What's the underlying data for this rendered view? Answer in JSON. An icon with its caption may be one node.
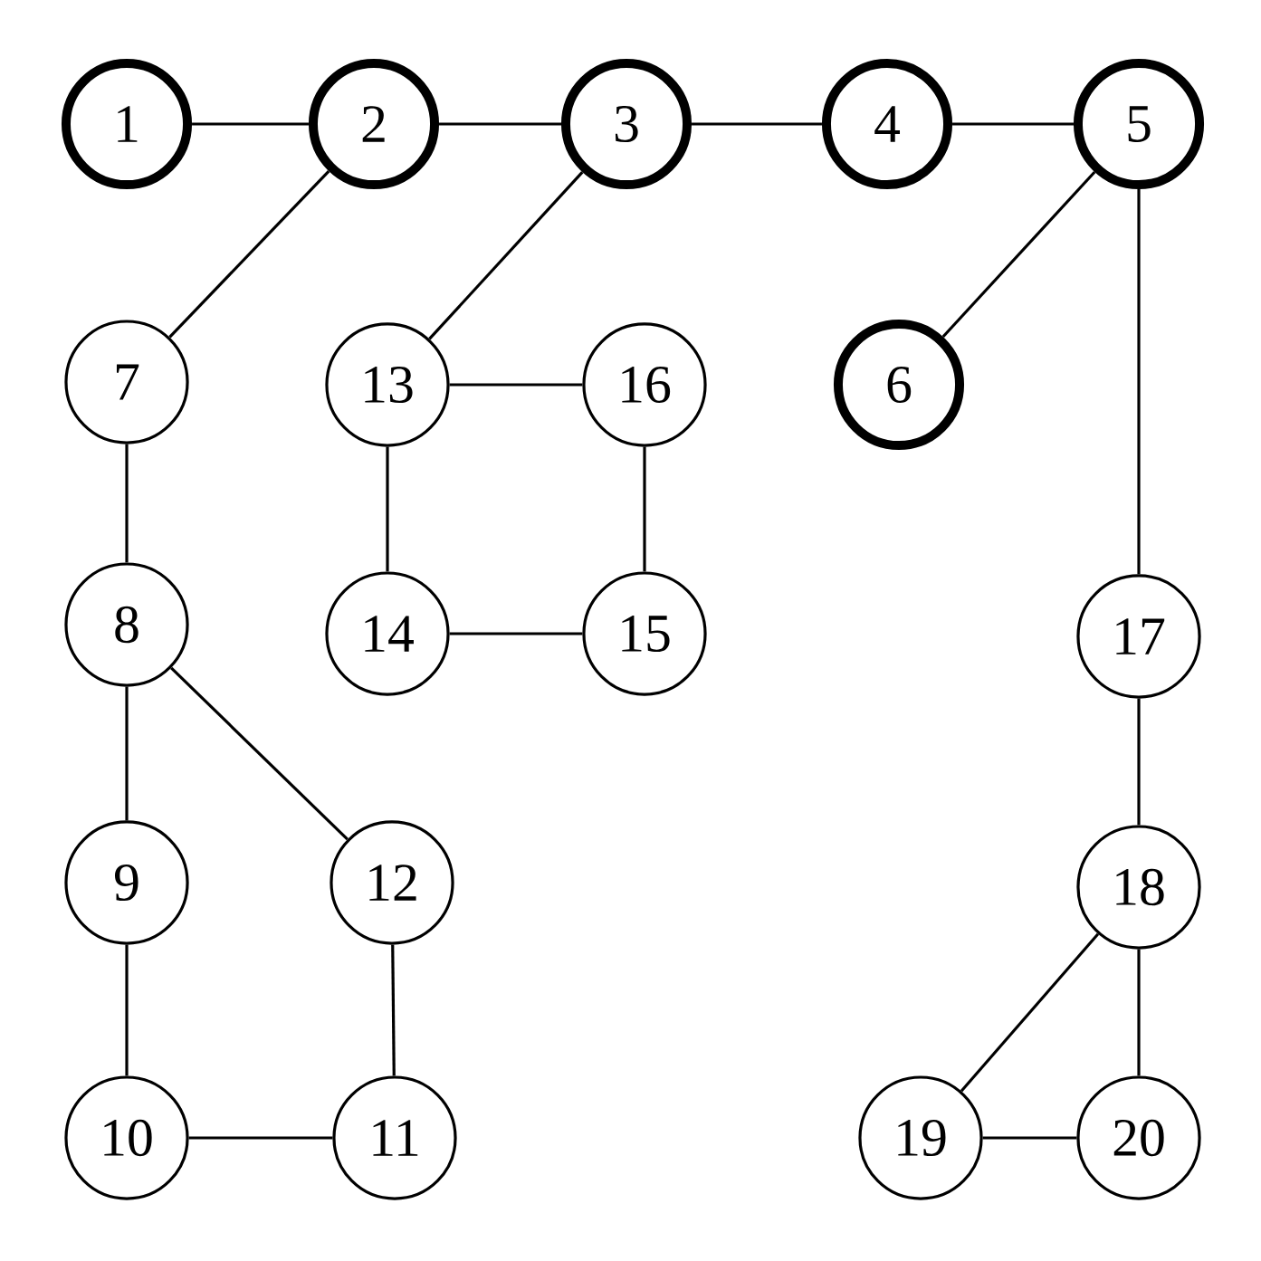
{
  "diagram": {
    "nodes": [
      {
        "text": [
          "1"
        ]
      },
      {
        "text": [
          "2"
        ]
      },
      {
        "text": [
          "3"
        ]
      },
      {
        "text": [
          "4"
        ]
      },
      {
        "text": [
          "5"
        ]
      },
      {
        "text": [
          "7"
        ]
      },
      {
        "text": [
          "13"
        ]
      },
      {
        "text": [
          "16"
        ]
      },
      {
        "text": [
          "6"
        ]
      },
      {
        "text": [
          "8"
        ]
      },
      {
        "text": [
          "14"
        ]
      },
      {
        "text": [
          "15"
        ]
      },
      {
        "text": [
          "17"
        ]
      },
      {
        "text": [
          "9"
        ]
      },
      {
        "text": [
          "12"
        ]
      },
      {
        "text": [
          "18"
        ]
      },
      {
        "text": [
          "10"
        ]
      },
      {
        "text": [
          "11"
        ]
      },
      {
        "text": [
          "19"
        ]
      },
      {
        "text": [
          "20"
        ]
      }
    ],
    "edges": [
      {
        "from": 0,
        "to": 1,
        "arrow": "none"
      },
      {
        "from": 1,
        "to": 2,
        "arrow": "none"
      },
      {
        "from": 2,
        "to": 3,
        "arrow": "none"
      },
      {
        "from": 3,
        "to": 4,
        "arrow": "none"
      },
      {
        "from": 1,
        "to": 5,
        "arrow": "none"
      },
      {
        "from": 2,
        "to": 6,
        "arrow": "none"
      },
      {
        "from": 4,
        "to": 8,
        "arrow": "none"
      },
      {
        "from": 4,
        "to": 12,
        "arrow": "none"
      },
      {
        "from": 6,
        "to": 7,
        "arrow": "none"
      },
      {
        "from": 6,
        "to": 10,
        "arrow": "none"
      },
      {
        "from": 7,
        "to": 11,
        "arrow": "none"
      },
      {
        "from": 10,
        "to": 11,
        "arrow": "none"
      },
      {
        "from": 5,
        "to": 9,
        "arrow": "none"
      },
      {
        "from": 9,
        "to": 13,
        "arrow": "none"
      },
      {
        "from": 9,
        "to": 14,
        "arrow": "none"
      },
      {
        "from": 13,
        "to": 16,
        "arrow": "none"
      },
      {
        "from": 14,
        "to": 17,
        "arrow": "none"
      },
      {
        "from": 16,
        "to": 17,
        "arrow": "none"
      },
      {
        "from": 12,
        "to": 15,
        "arrow": "none"
      },
      {
        "from": 15,
        "to": 18,
        "arrow": "none"
      },
      {
        "from": 15,
        "to": 19,
        "arrow": "none"
      },
      {
        "from": 18,
        "to": 19,
        "arrow": "none"
      }
    ]
  }
}
